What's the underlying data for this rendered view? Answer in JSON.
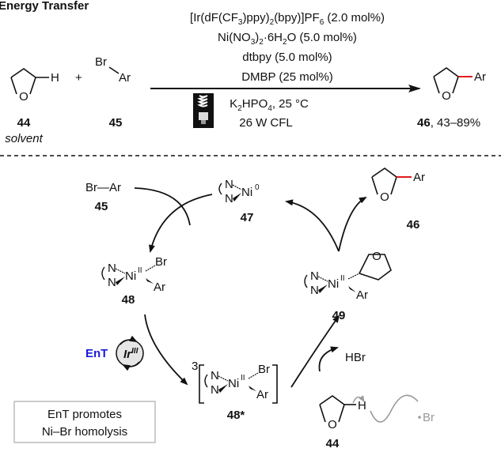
{
  "header": {
    "title": "Energy Transfer"
  },
  "conditions": {
    "line1": {
      "a": "[Ir(dF(CF",
      "s1": "3",
      "b": ")ppy)",
      "s2": "2",
      "c": "(bpy)]PF",
      "s3": "6",
      "d": " (2.0 mol%)"
    },
    "line2": {
      "a": "Ni(NO",
      "s1": "3",
      "b": ")",
      "s2": "2",
      "c": "·6H",
      "s3": "2",
      "d": "O (5.0 mol%)"
    },
    "line3": "dtbpy (5.0 mol%)",
    "line4": "DMBP (25 mol%)",
    "line5": {
      "a": "K",
      "s1": "2",
      "b": "HPO",
      "s2": "4",
      "c": ", 25 °C"
    },
    "line6": "26 W CFL"
  },
  "reaction": {
    "reactant1": {
      "number": "44",
      "note": "solvent",
      "h": "H",
      "o": "O"
    },
    "plus": "+",
    "reactant2": {
      "number": "45",
      "br": "Br",
      "ar": "Ar"
    },
    "product": {
      "number": "46",
      "yield": ", 43–89%",
      "ar": "Ar",
      "o": "O"
    }
  },
  "cycle": {
    "br_ar": "Br—Ar",
    "c45": "45",
    "c47": "47",
    "c46": "46",
    "c48": "48",
    "c49": "49",
    "c48star": "48*",
    "c44": "44",
    "enT": "EnT",
    "ir": "Ir",
    "ir_ox": "III",
    "hbr": "HBr",
    "br_radical": "Br",
    "triplet": "3",
    "ni": "Ni",
    "ni0": "0",
    "ni2": "II",
    "N": "N",
    "Br": "Br",
    "Ar": "Ar",
    "O": "O",
    "H": "H",
    "note_line1": "EnT promotes",
    "note_line2": "Ni–Br homolysis"
  },
  "colors": {
    "enT": "#1a1adc",
    "bond_highlight": "#e21b1b",
    "gray": "#9a9a9a",
    "note_border": "#aaaaaa"
  }
}
